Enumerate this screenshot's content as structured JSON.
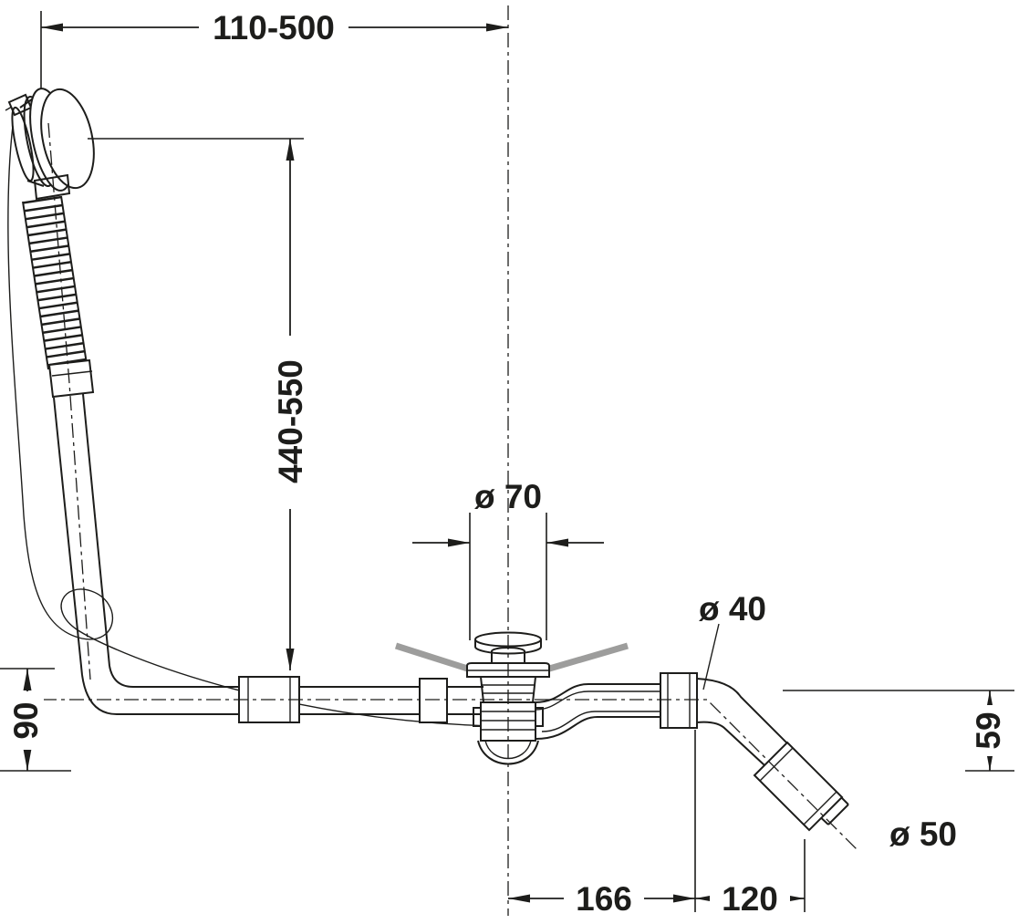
{
  "drawing": {
    "type": "technical-dimension-drawing",
    "subject": "bathtub-waste-and-overflow-set"
  },
  "colors": {
    "line": "#1d1d1b",
    "tub_section": "#9d9d9c",
    "background": "#ffffff"
  },
  "dimensions": {
    "overflow_to_drain": "110-500",
    "overflow_height": "440-550",
    "drain_diameter": "ø 70",
    "outlet_diameter": "ø 40",
    "end_diameter": "ø 50",
    "left_offset": "90",
    "right_offset": "59",
    "drain_to_elbow": "166",
    "elbow_to_end": "120"
  }
}
